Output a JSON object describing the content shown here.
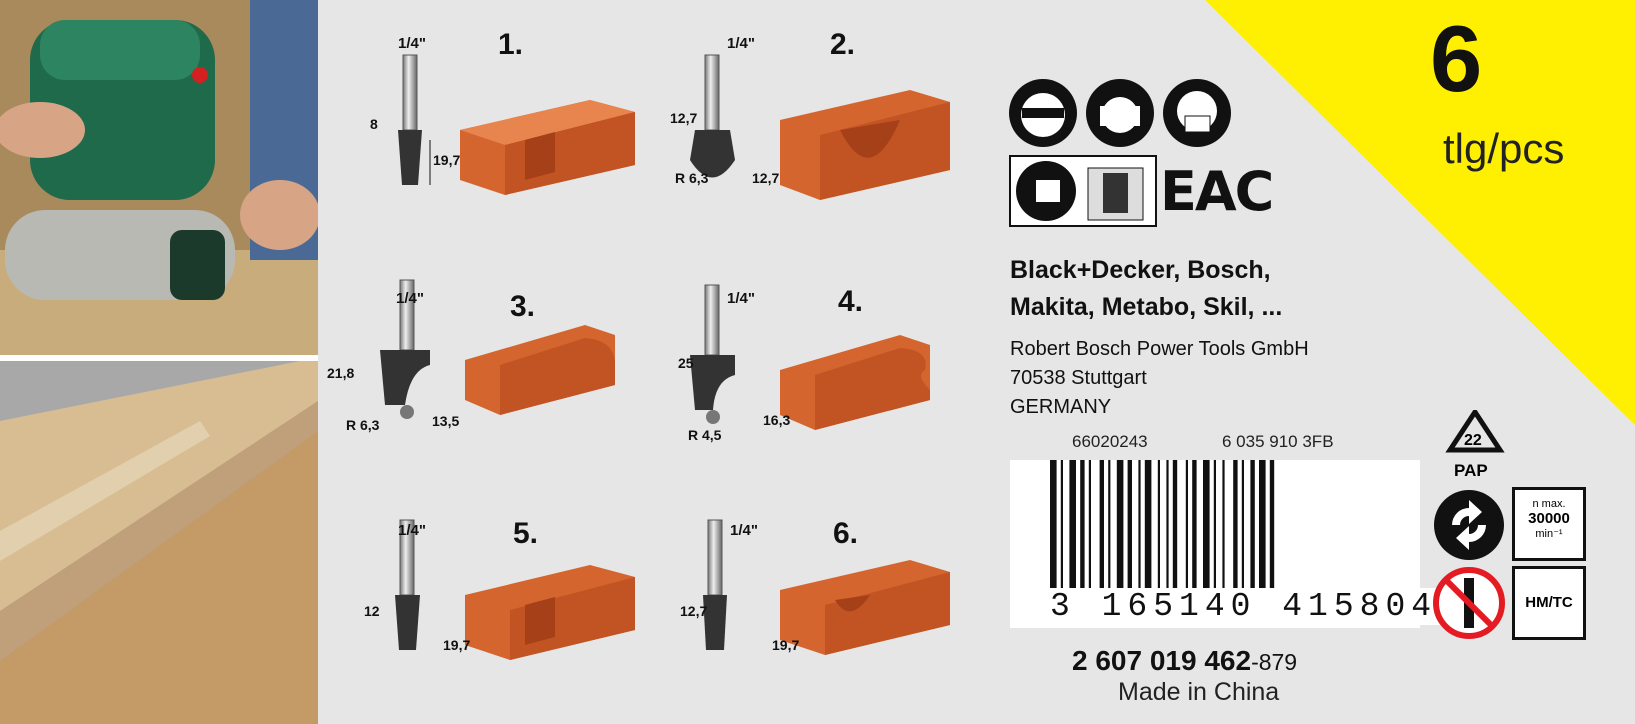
{
  "pieces": {
    "count": "6",
    "unit": "tlg/pcs"
  },
  "bits": [
    {
      "num": "1.",
      "shank": "1/4\"",
      "d1": "8",
      "d2": "19,7"
    },
    {
      "num": "2.",
      "shank": "1/4\"",
      "d1": "12,7",
      "d2": "12,7",
      "r": "R 6,3"
    },
    {
      "num": "3.",
      "shank": "1/4\"",
      "d1": "21,8",
      "d2": "13,5",
      "r": "R 6,3"
    },
    {
      "num": "4.",
      "shank": "1/4\"",
      "d1": "25",
      "d2": "16,3",
      "r": "R 4,5"
    },
    {
      "num": "5.",
      "shank": "1/4\"",
      "d1": "12",
      "d2": "19,7"
    },
    {
      "num": "6.",
      "shank": "1/4\"",
      "d1": "12,7",
      "d2": "19,7"
    }
  ],
  "certification": "EAC",
  "brands": [
    "Black+Decker, Bosch,",
    "Makita, Metabo, Skil, ..."
  ],
  "manufacturer": [
    "Robert Bosch Power Tools GmbH",
    "70538 Stuttgart",
    "GERMANY"
  ],
  "codes": {
    "left": "66020243",
    "right": "6 035 910 3FB"
  },
  "barcode_digits": "3 165140 415804 >",
  "part_number": {
    "main": "2 607 019 462",
    "suffix": "-879"
  },
  "origin": "Made in China",
  "symbols": {
    "pap_number": "22",
    "pap_label": "PAP",
    "speed_top": "n max.",
    "speed_value": "30000",
    "speed_unit": "min⁻¹",
    "material": "HM/TC"
  },
  "colors": {
    "accent": "#ffef00",
    "wood": "#d4652e",
    "wood_dark": "#b04a1c"
  }
}
